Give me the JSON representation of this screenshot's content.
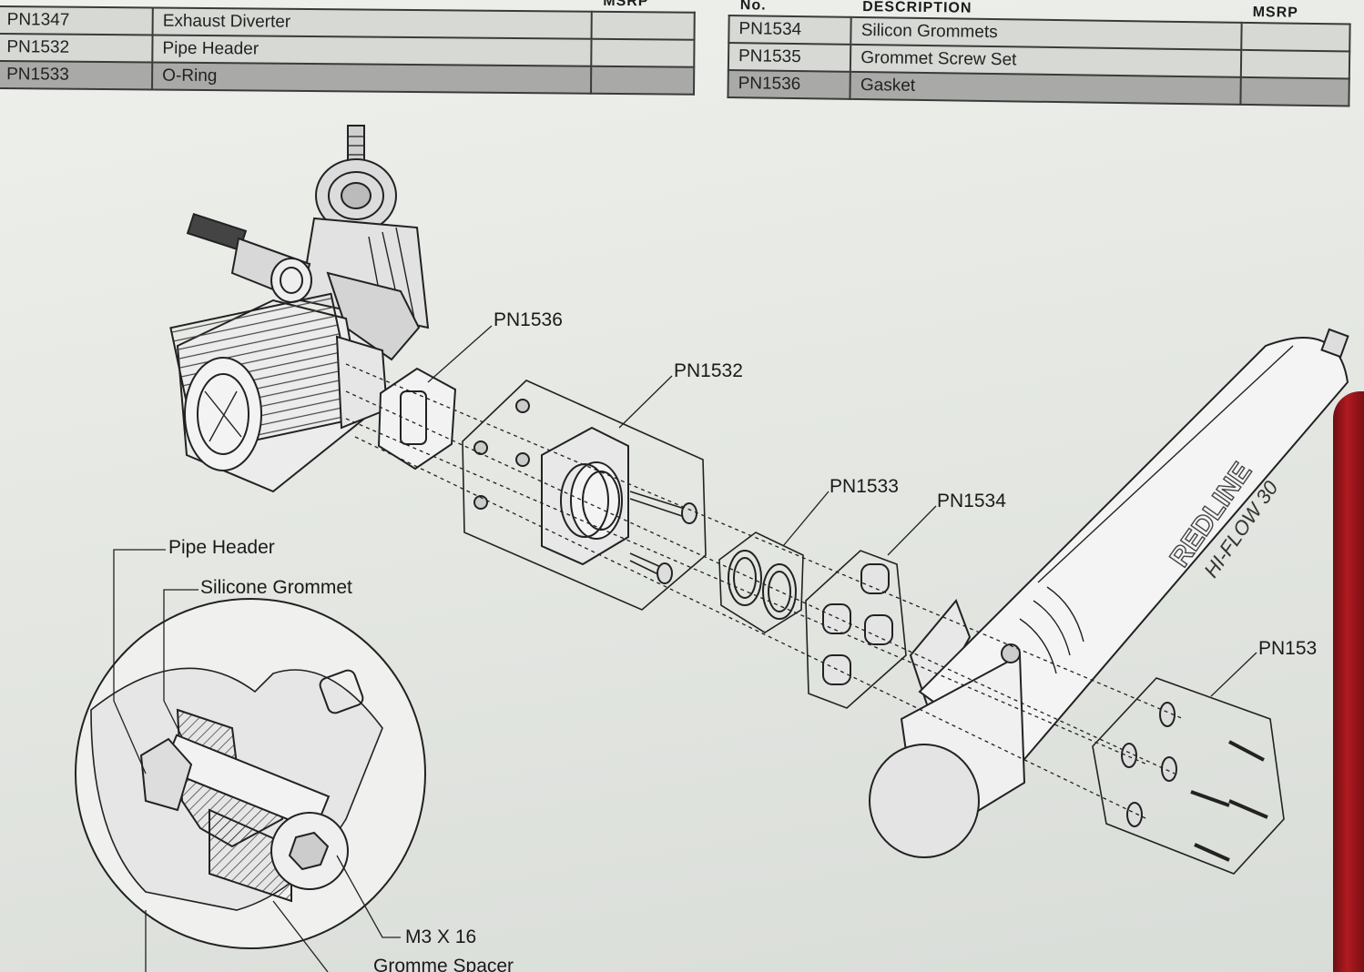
{
  "table_left": {
    "header": {
      "col1": "",
      "col2": "",
      "col3": "MSRP"
    },
    "rows": [
      {
        "no": "PN1347",
        "desc": "Exhaust Diverter",
        "msrp": ""
      },
      {
        "no": "PN1532",
        "desc": "Pipe Header",
        "msrp": ""
      },
      {
        "no": "PN1533",
        "desc": "O-Ring",
        "msrp": ""
      }
    ]
  },
  "table_right": {
    "header": {
      "col1": "No.",
      "col2": "DESCRIPTION",
      "col3": "MSRP"
    },
    "rows": [
      {
        "no": "PN1534",
        "desc": "Silicon Grommets",
        "msrp": ""
      },
      {
        "no": "PN1535",
        "desc": "Grommet Screw Set",
        "msrp": ""
      },
      {
        "no": "PN1536",
        "desc": "Gasket",
        "msrp": ""
      }
    ]
  },
  "callouts": {
    "pn1536": "PN1536",
    "pn1532": "PN1532",
    "pn1533": "PN1533",
    "pn1534": "PN1534",
    "pn1535": "PN153"
  },
  "detail_labels": {
    "pipe_header": "Pipe Header",
    "silicone_grommet": "Silicone Grommet",
    "m3x16": "M3 X 16",
    "spacer": "Gromme Spacer"
  },
  "muffler_brand": {
    "line1": "REDLINE",
    "line2": "HI-FLOW 30"
  }
}
